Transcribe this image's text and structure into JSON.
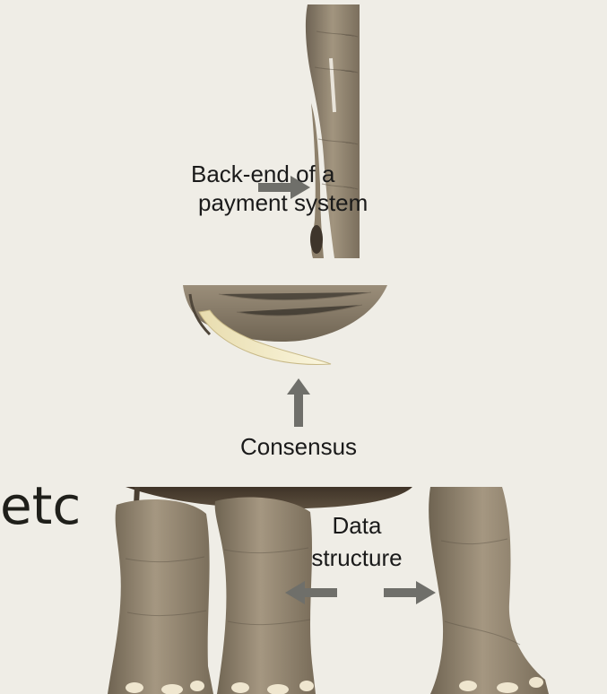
{
  "labels": {
    "payment_line1": "Back-end of a",
    "payment_line2": "payment system",
    "consensus": "Consensus",
    "data_line1": "Data",
    "data_line2": "structure",
    "etc": "etc"
  },
  "colors": {
    "background": "#efede6",
    "arrow": "#6f6f6a",
    "elephant_skin": "#8c7f6c",
    "tusk": "#f3ecc8"
  },
  "images": [
    {
      "name": "elephant-tail-image",
      "depicts": "elephant tail"
    },
    {
      "name": "elephant-tusk-image",
      "depicts": "elephant tusk"
    },
    {
      "name": "elephant-legs-image",
      "depicts": "elephant legs"
    }
  ]
}
